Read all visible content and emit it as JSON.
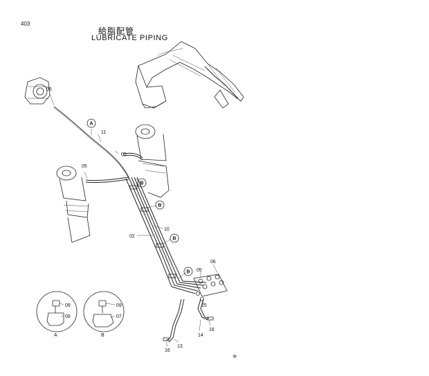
{
  "page_number": "403",
  "title_japanese": "給脂配管",
  "title_english": "LUBRICATE PIPING",
  "part_labels": {
    "p05_top": "05",
    "p11": "11",
    "p05_mid": "05",
    "p05_left": "05",
    "p10": "10",
    "p02": "02",
    "p05_right": "05",
    "p06": "06",
    "p15": "15",
    "p16_right": "16",
    "p14": "14",
    "p13": "13",
    "p16_bottom": "16",
    "p09_a": "09",
    "p08": "08",
    "p09_b": "09",
    "p07": "07"
  },
  "callouts": {
    "a_top": "A",
    "b1": "B",
    "b2": "B",
    "b3": "B",
    "b4": "B"
  },
  "detail_labels": {
    "a": "A",
    "b": "B"
  },
  "footer_mark": "⑨"
}
